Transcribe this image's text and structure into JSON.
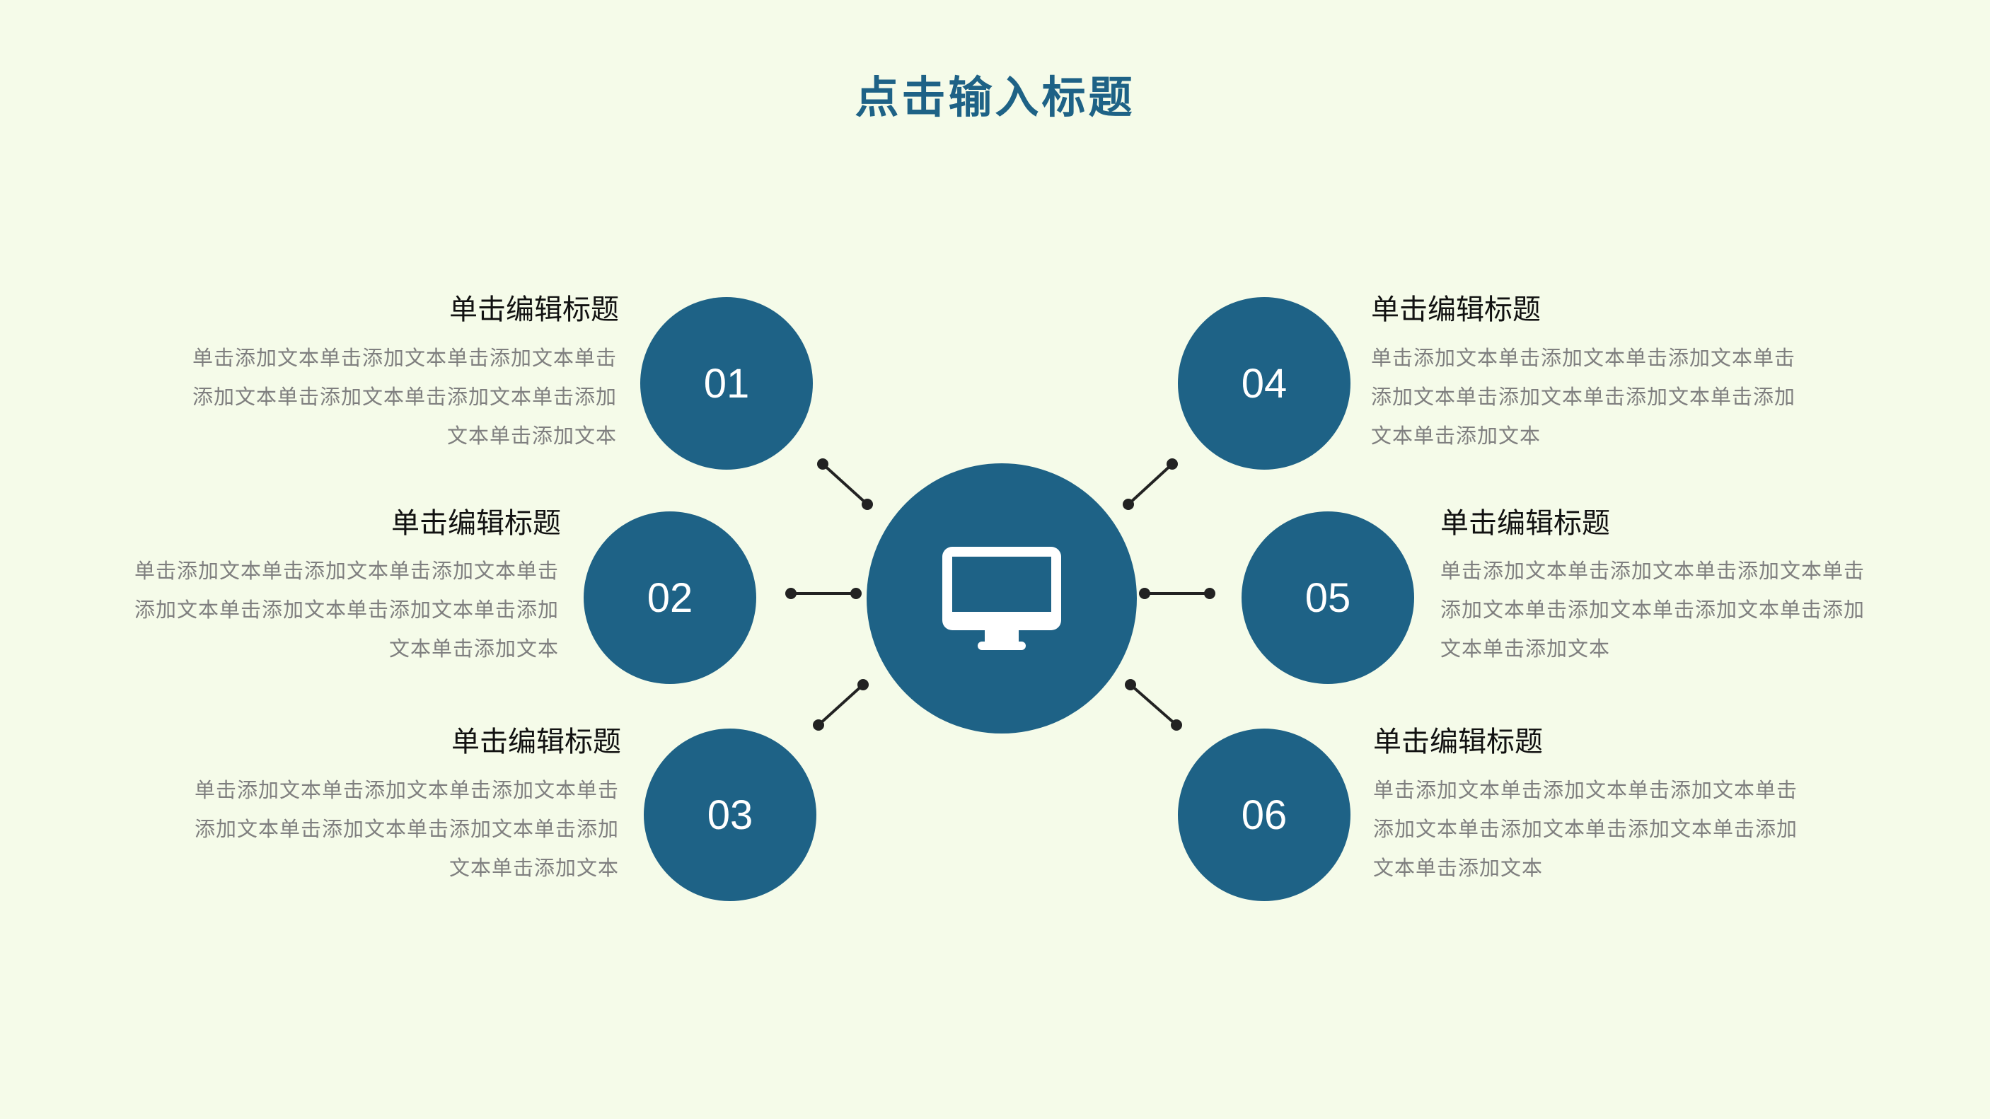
{
  "title": "点击输入标题",
  "colors": {
    "background": "#f5fbe9",
    "accent": "#1e6286",
    "connector": "#222222",
    "body_text": "#7f7f7f"
  },
  "center": {
    "icon": "monitor-icon"
  },
  "items": [
    {
      "number": "01",
      "title": "单击编辑标题",
      "desc": "单击添加文本单击添加文本单击添加文本单击添加文本单击添加文本单击添加文本单击添加文本单击添加文本"
    },
    {
      "number": "02",
      "title": "单击编辑标题",
      "desc": "单击添加文本单击添加文本单击添加文本单击添加文本单击添加文本单击添加文本单击添加文本单击添加文本"
    },
    {
      "number": "03",
      "title": "单击编辑标题",
      "desc": "单击添加文本单击添加文本单击添加文本单击添加文本单击添加文本单击添加文本单击添加文本单击添加文本"
    },
    {
      "number": "04",
      "title": "单击编辑标题",
      "desc": "单击添加文本单击添加文本单击添加文本单击添加文本单击添加文本单击添加文本单击添加文本单击添加文本"
    },
    {
      "number": "05",
      "title": "单击编辑标题",
      "desc": "单击添加文本单击添加文本单击添加文本单击添加文本单击添加文本单击添加文本单击添加文本单击添加文本"
    },
    {
      "number": "06",
      "title": "单击编辑标题",
      "desc": "单击添加文本单击添加文本单击添加文本单击添加文本单击添加文本单击添加文本单击添加文本单击添加文本"
    }
  ]
}
